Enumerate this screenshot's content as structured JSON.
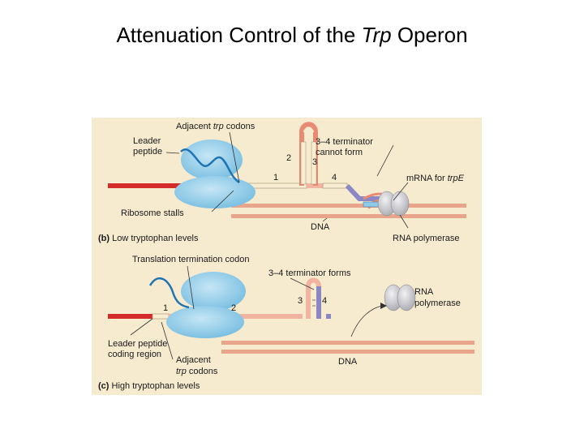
{
  "title": {
    "prefix": "Attenuation Control of the ",
    "italic": "Trp",
    "suffix": " Operon"
  },
  "panel_b": {
    "adjacent_codons_prefix": "Adjacent ",
    "adjacent_codons_italic": "trp",
    "adjacent_codons_suffix": " codons",
    "leader": "Leader",
    "peptide": "peptide",
    "region_1": "1",
    "region_2": "2",
    "region_3": "3",
    "region_4": "4",
    "terminator_line1": "3–4 terminator",
    "terminator_line2": "cannot form",
    "mrna_prefix": "mRNA for ",
    "mrna_italic": "trpE",
    "ribosome_stalls": "Ribosome stalls",
    "dna": "DNA",
    "rna_polymerase": "RNA polymerase",
    "caption_letter": "(b)",
    "caption": " Low tryptophan levels"
  },
  "panel_c": {
    "translation_termination": "Translation termination codon",
    "terminator_forms": "3–4 terminator forms",
    "region_1": "1",
    "region_2": "2",
    "region_3": "3",
    "region_4": "4",
    "rna": "RNA",
    "polymerase": "polymerase",
    "leader_coding_line1": "Leader peptide",
    "leader_coding_line2": "coding region",
    "adjacent": "Adjacent",
    "trp_codons_italic": "trp",
    "trp_codons_suffix": " codons",
    "dna": "DNA",
    "caption_letter": "(c)",
    "caption": " High tryptophan levels"
  },
  "colors": {
    "background": "#f6ebcf",
    "leader_mrna": "#d42a2a",
    "mrna_cream": "#f7edd3",
    "mrna_pink": "#f2b3a0",
    "stem_salmon": "#e98a73",
    "region4_purple": "#8a87c4",
    "ribosome": "#8fcbe8",
    "peptide": "#1f74b5",
    "dna_strand": "#e9a58c",
    "polymerase": "#c9c9cf"
  }
}
